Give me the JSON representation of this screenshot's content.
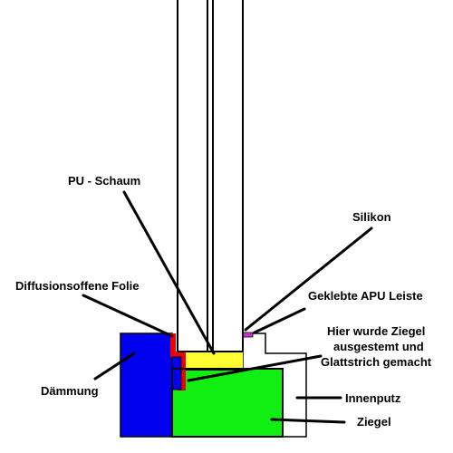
{
  "labels": {
    "pu_schaum": "PU - Schaum",
    "silikon": "Silikon",
    "folie": "Diffusionsoffene Folie",
    "apu": "Geklebte APU Leiste",
    "ziegel_note_1": "Hier wurde Ziegel",
    "ziegel_note_2": "ausgestemt und",
    "ziegel_note_3": "Glattstrich gemacht",
    "daemmung": "Dämmung",
    "innenputz": "Innenputz",
    "ziegel": "Ziegel"
  },
  "colors": {
    "daemmung": "#0000ee",
    "ziegel": "#11ee11",
    "pu_schaum": "#ffff33",
    "folie": "#ee0000",
    "silikon": "#cc33cc",
    "outline": "#000000"
  }
}
